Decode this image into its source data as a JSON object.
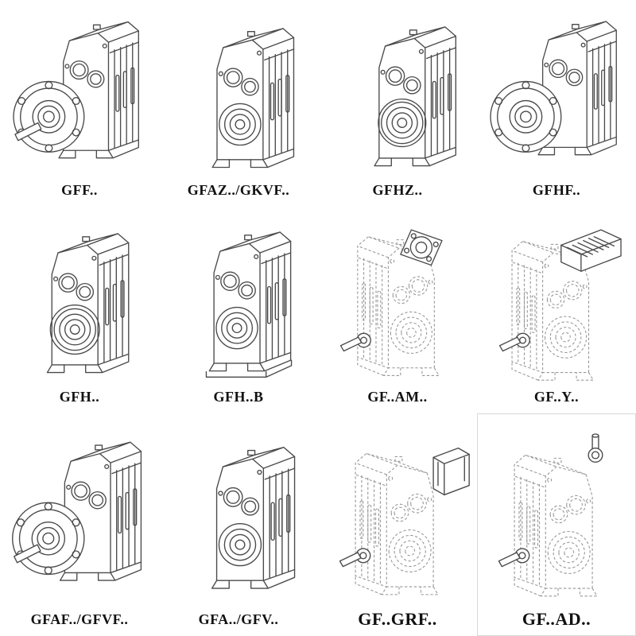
{
  "page": {
    "background": "#ffffff",
    "ink_color": "#4a4a4a",
    "ghost_color": "#979797",
    "label_color": "#111111"
  },
  "catalog": {
    "description": "Grid of 12 isometric technical line drawings of F-series parallel shaft helical gearbox variants, each with a model code label",
    "items": [
      {
        "label": "GFF..",
        "drawing": "flange-output-shaft-gearbox",
        "line_style": "solid"
      },
      {
        "label": "GFAZ../GKVF..",
        "drawing": "hollow-shaft-gearbox-front",
        "line_style": "solid"
      },
      {
        "label": "GFHZ..",
        "drawing": "hollow-shaft-gearbox-angled",
        "line_style": "solid"
      },
      {
        "label": "GFHF..",
        "drawing": "flange-hollow-shaft-gearbox",
        "line_style": "solid"
      },
      {
        "label": "GFH..",
        "drawing": "shaft-mounted-gearbox",
        "line_style": "solid"
      },
      {
        "label": "GFH..B",
        "drawing": "shaft-mounted-gearbox-with-base",
        "line_style": "solid"
      },
      {
        "label": "GF..AM..",
        "drawing": "gearbox-with-motor-adapter-flange",
        "line_style": "dashed"
      },
      {
        "label": "GF..Y..",
        "drawing": "gearbox-with-mounted-motor",
        "line_style": "dashed"
      },
      {
        "label": "GFAF../GFVF..",
        "drawing": "flange-output-shaft-gearbox",
        "line_style": "solid"
      },
      {
        "label": "GFA../GFV..",
        "drawing": "hollow-shaft-gearbox-front",
        "line_style": "solid"
      },
      {
        "label": "GF..GRF..",
        "drawing": "gearbox-with-cover-box",
        "line_style": "dashed"
      },
      {
        "label": "GF..AD..",
        "drawing": "gearbox-with-input-shaft-adapter",
        "line_style": "dashed"
      }
    ]
  }
}
